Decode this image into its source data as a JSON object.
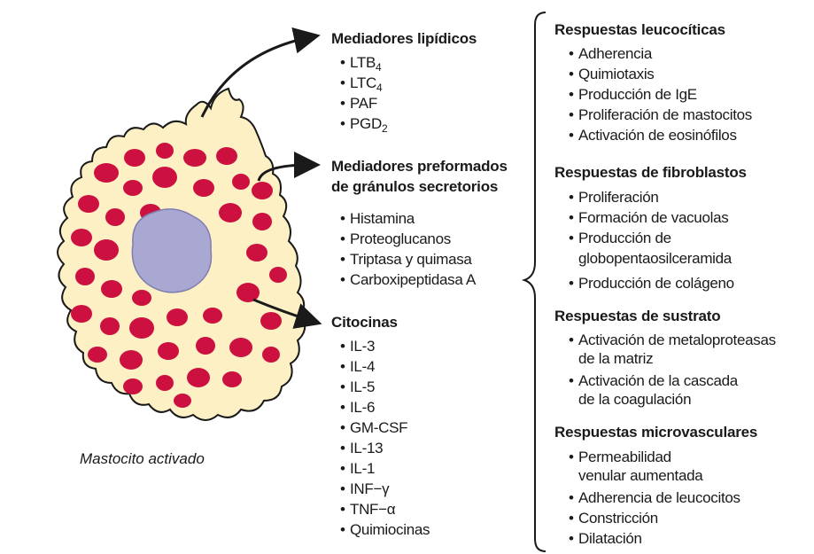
{
  "caption": "Mastocito activado",
  "bullet": "•",
  "lipid": {
    "title": "Mediadores lipídicos",
    "items": [
      {
        "text": "LTB",
        "sub": "4"
      },
      {
        "text": "LTC",
        "sub": "4"
      },
      {
        "text": "PAF",
        "sub": ""
      },
      {
        "text": "PGD",
        "sub": "2"
      }
    ]
  },
  "preformed": {
    "title_line1": "Mediadores preformados",
    "title_line2": "de gránulos secretorios",
    "items": [
      "Histamina",
      "Proteoglucanos",
      "Triptasa y quimasa",
      "Carboxipeptidasa A"
    ]
  },
  "cytokines": {
    "title": "Citocinas",
    "items": [
      "IL-3",
      "IL-4",
      "IL-5",
      "IL-6",
      "GM-CSF",
      "IL-13",
      "IL-1",
      "INF−γ",
      "TNF−α",
      "Quimiocinas"
    ]
  },
  "leukocyte": {
    "title": "Respuestas leucocíticas",
    "items": [
      "Adherencia",
      "Quimiotaxis",
      "Producción de IgE",
      "Proliferación de mastocitos",
      "Activación de eosinófilos"
    ]
  },
  "fibroblast": {
    "title": "Respuestas de fibroblastos",
    "items": [
      "Proliferación",
      "Formación de vacuolas",
      "Producción de",
      "globopentaosilceramida",
      "Producción de colágeno"
    ]
  },
  "substrate": {
    "title": "Respuestas de sustrato",
    "items": [
      "Activación de metaloproteasas",
      "de la matriz",
      "Activación de la cascada",
      "de la coagulación"
    ]
  },
  "microvascular": {
    "title": "Respuestas microvasculares",
    "items": [
      "Permeabilidad",
      "venular aumentada",
      "Adherencia de leucocitos",
      "Constricción",
      "Dilatación"
    ]
  },
  "colors": {
    "cell_fill": "#fdf0c4",
    "cell_outline": "#1a1a1a",
    "granule": "#cc1040",
    "nucleus": "#a9a8d3",
    "nucleus_outline": "#7f7eb0",
    "text": "#1a1a1a"
  }
}
